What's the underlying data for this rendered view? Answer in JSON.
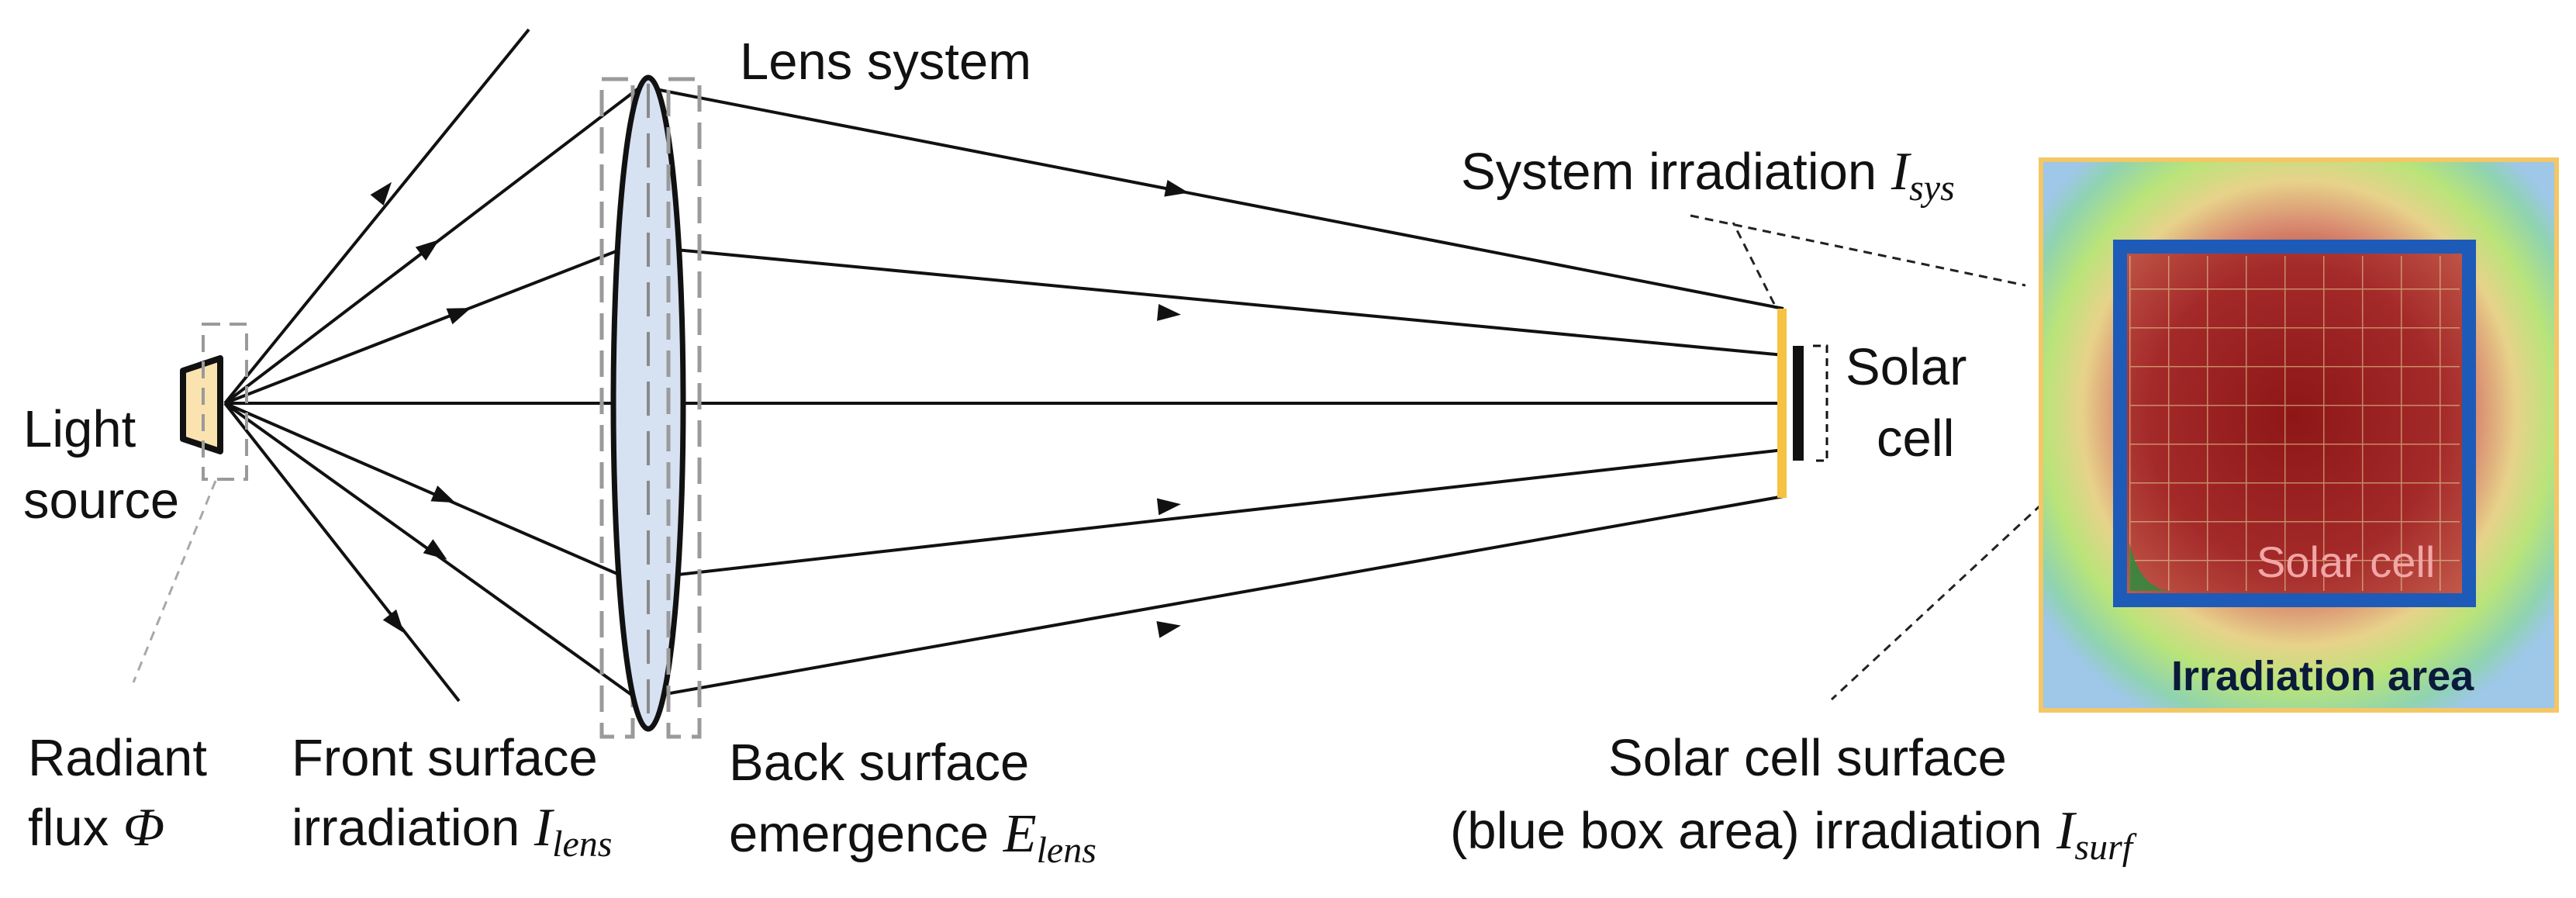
{
  "labels": {
    "lens_system": "Lens system",
    "system_irradiation": "System irradiation ",
    "system_irradiation_symbol": "I",
    "system_irradiation_sub": "sys",
    "solar_cell_line1": "Solar",
    "solar_cell_line2": "cell",
    "light_source_line1": "Light",
    "light_source_line2": "source",
    "radiant_flux_line1": "Radiant",
    "radiant_flux_line2": "flux ",
    "radiant_flux_symbol": "Φ",
    "front_surface_line1": "Front surface",
    "front_surface_line2": "irradiation ",
    "front_surface_symbol": "I",
    "front_surface_sub": "lens",
    "back_surface_line1": "Back surface",
    "back_surface_line2": "emergence ",
    "back_surface_symbol": "E",
    "back_surface_sub": "lens",
    "cell_surface_line1": "Solar cell surface",
    "cell_surface_line2": "(blue box area) irradiation ",
    "cell_surface_symbol": "I",
    "cell_surface_sub": "surf"
  },
  "inset": {
    "solar_cell_label": "Solar cell",
    "irradiation_area_label": "Irradiation area"
  },
  "colors": {
    "light_source_fill": "#fbe3b0",
    "lens_fill": "#d6e1f2",
    "solar_cell_surface": "#f5c242",
    "inset_border": "#f3c766",
    "blue_box": "#1e5bb8"
  }
}
